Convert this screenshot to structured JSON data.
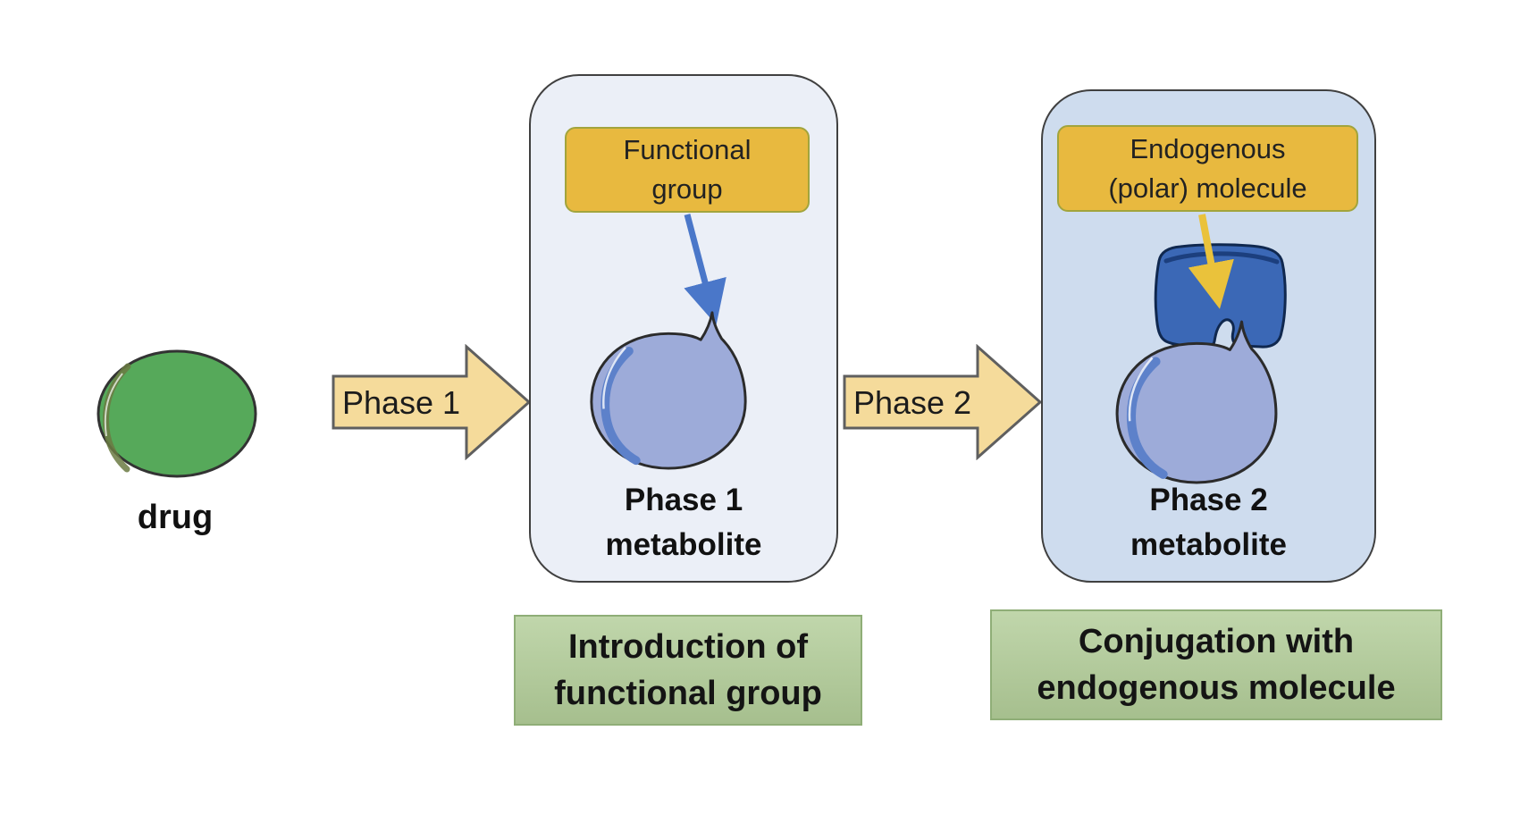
{
  "drug": {
    "label": "drug"
  },
  "phase_arrows": {
    "phase1_label": "Phase 1",
    "phase2_label": "Phase 2"
  },
  "panel1": {
    "tag_line1": "Functional",
    "tag_line2": "group",
    "metabolite_line1": "Phase 1",
    "metabolite_line2": "metabolite"
  },
  "panel2": {
    "tag_line1": "Endogenous",
    "tag_line2": "(polar) molecule",
    "metabolite_line1": "Phase 2",
    "metabolite_line2": "metabolite"
  },
  "captions": {
    "caption1_line1": "Introduction of",
    "caption1_line2": "functional group",
    "caption2_line1": "Conjugation with",
    "caption2_line2": "endogenous molecule"
  },
  "colors": {
    "drug_fill": "#56a95a",
    "phase_arrow_fill": "#f5db9b",
    "phase_arrow_border": "#5f5f5f",
    "tag_fill": "#e8b93f",
    "tag_border": "#a2a43c",
    "panel1_bg": "#ebeff7",
    "panel2_bg": "#cedcee",
    "panel_border": "#404040",
    "metabolite_blob_fill": "#9dabd9",
    "metabolite_blob_shade": "#5d81ca",
    "endogenous_cap_fill": "#3b68b6",
    "blue_arrow": "#4a77c9",
    "yellow_arrow": "#eac23b",
    "caption_bg": "#b7d0a1",
    "caption_border": "#8fae77"
  }
}
